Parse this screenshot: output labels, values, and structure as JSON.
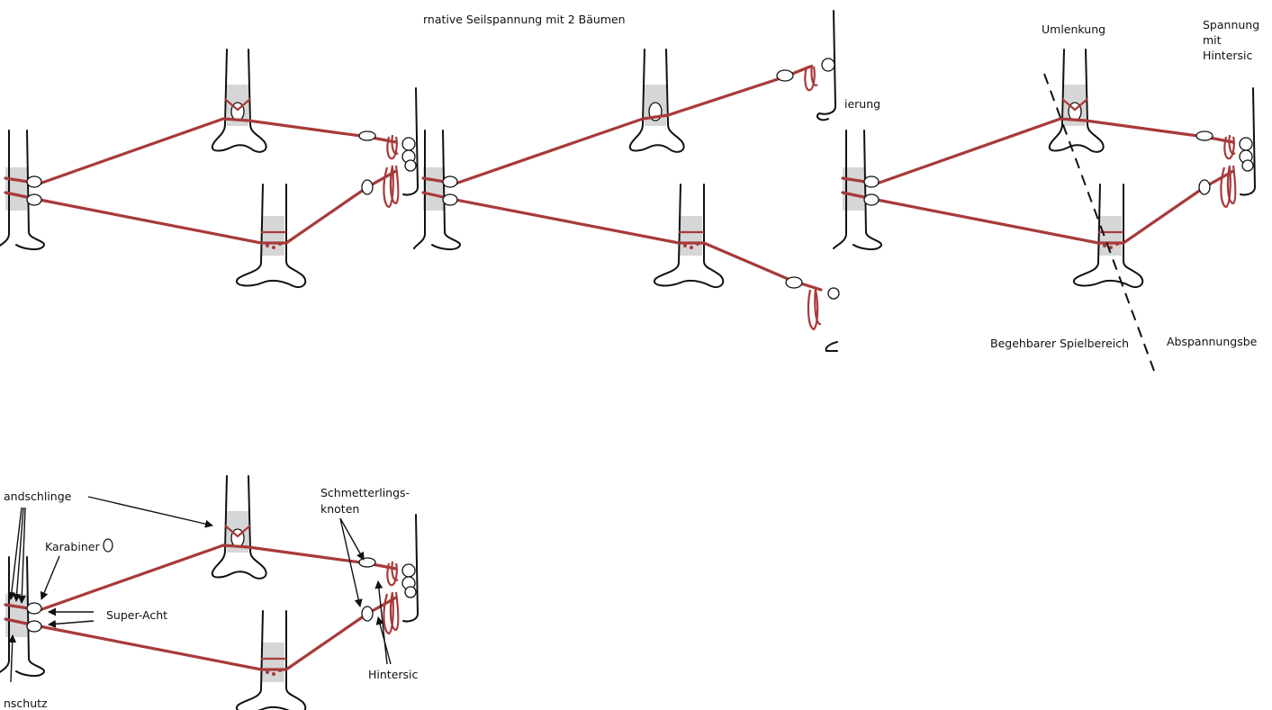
{
  "panel_top_middle": {
    "title": "rnative Seilspannung mit 2 Bäumen",
    "edge_label": "ierung"
  },
  "panel_top_right": {
    "label_deflection": "Umlenkung",
    "label_tension_line1": "Spannung",
    "label_tension_line2": "mit",
    "label_tension_line3": "Hintersic",
    "label_play_area": "Begehbarer Spielbereich",
    "label_anchor_area": "Abspannungsbe"
  },
  "panel_bottom_left": {
    "label_sling": "andschlinge",
    "label_carabiner": "Karabiner",
    "label_super_eight": "Super-Acht",
    "label_butterfly_line1": "Schmetterlings-",
    "label_butterfly_line2": "knoten",
    "label_backup": "Hintersic",
    "label_protection": "nschutz"
  },
  "colors": {
    "rope": "#a83a3a",
    "ink": "#111111",
    "tree_protection": "#d6d6d6"
  }
}
